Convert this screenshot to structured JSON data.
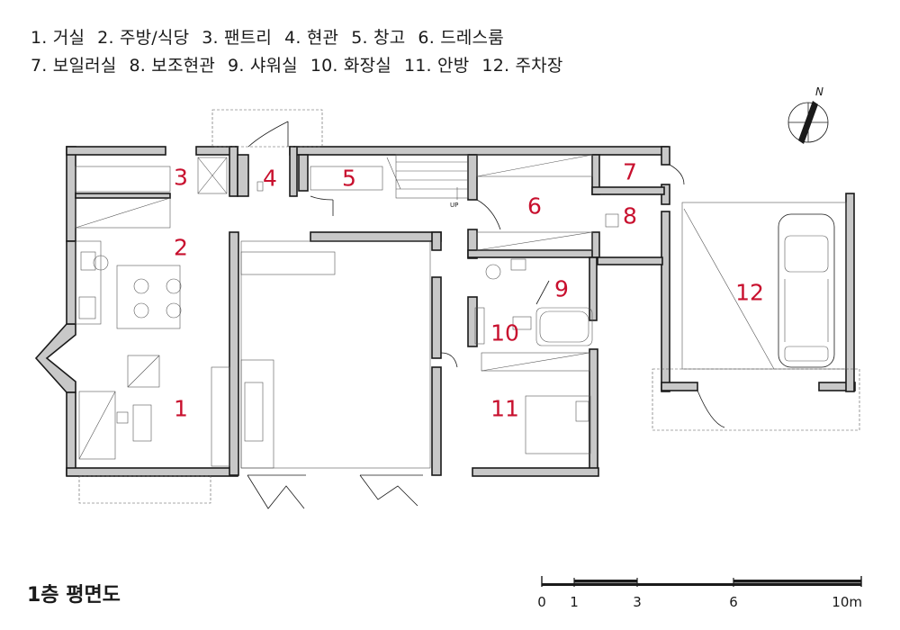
{
  "legend": [
    {
      "num": "1.",
      "name": "거실"
    },
    {
      "num": "2.",
      "name": "주방/식당"
    },
    {
      "num": "3.",
      "name": "팬트리"
    },
    {
      "num": "4.",
      "name": "현관"
    },
    {
      "num": "5.",
      "name": "창고"
    },
    {
      "num": "6.",
      "name": "드레스룸"
    },
    {
      "num": "7.",
      "name": "보일러실"
    },
    {
      "num": "8.",
      "name": "보조현관"
    },
    {
      "num": "9.",
      "name": "샤워실"
    },
    {
      "num": "10.",
      "name": "화장실"
    },
    {
      "num": "11.",
      "name": "안방"
    },
    {
      "num": "12.",
      "name": "주차장"
    }
  ],
  "rooms": [
    {
      "label": "1"
    },
    {
      "label": "2"
    },
    {
      "label": "3"
    },
    {
      "label": "4"
    },
    {
      "label": "5"
    },
    {
      "label": "6"
    },
    {
      "label": "7"
    },
    {
      "label": "8"
    },
    {
      "label": "9"
    },
    {
      "label": "10"
    },
    {
      "label": "11"
    },
    {
      "label": "12"
    }
  ],
  "north_label": "N",
  "up_label": "UP",
  "plan_title": "1층 평면도",
  "scale": {
    "ticks": [
      "0",
      "1",
      "3",
      "6"
    ],
    "end_label": "10m"
  },
  "colors": {
    "room_number": "#c8102e",
    "wall_fill": "#c8c8c8",
    "line": "#1a1a1a"
  }
}
